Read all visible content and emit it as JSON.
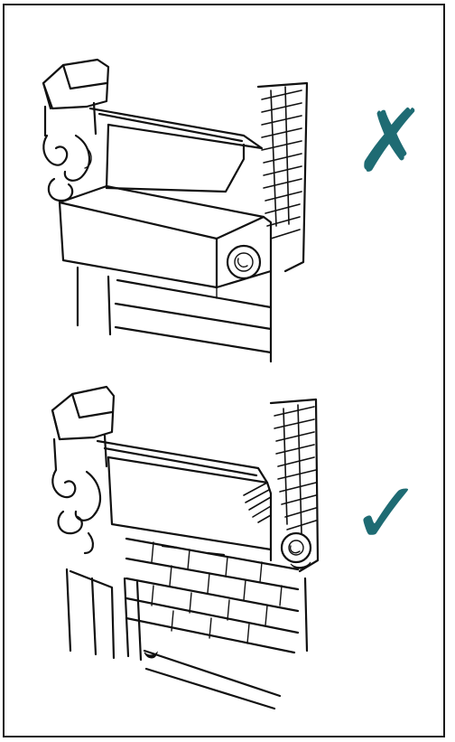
{
  "colors": {
    "ink": "#111111",
    "accent": "#1e6b73",
    "background": "#ffffff"
  },
  "panels": [
    {
      "id": "incorrect",
      "marker": {
        "icon": "cross-mark-icon",
        "glyph": "✗",
        "status": "incorrect"
      }
    },
    {
      "id": "correct",
      "marker": {
        "icon": "check-mark-icon",
        "glyph": "✓",
        "status": "correct"
      }
    }
  ]
}
